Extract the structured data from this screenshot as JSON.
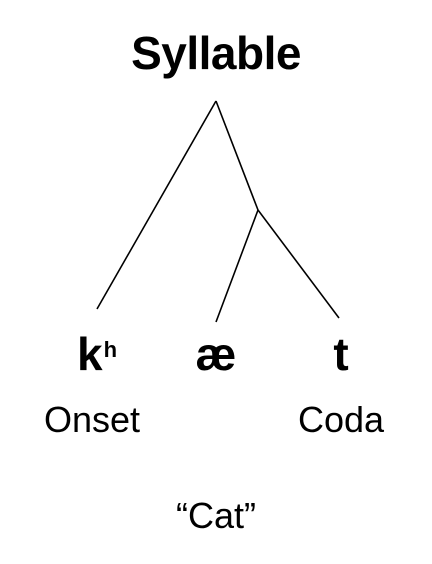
{
  "title": "Syllable",
  "segments": {
    "onset_base": "k",
    "onset_aspiration": "h",
    "vowel": "æ",
    "coda": "t"
  },
  "roles": {
    "onset": "Onset",
    "coda": "Coda"
  },
  "word": "“Cat”",
  "colors": {
    "ink": "#000000",
    "background": "#ffffff"
  }
}
